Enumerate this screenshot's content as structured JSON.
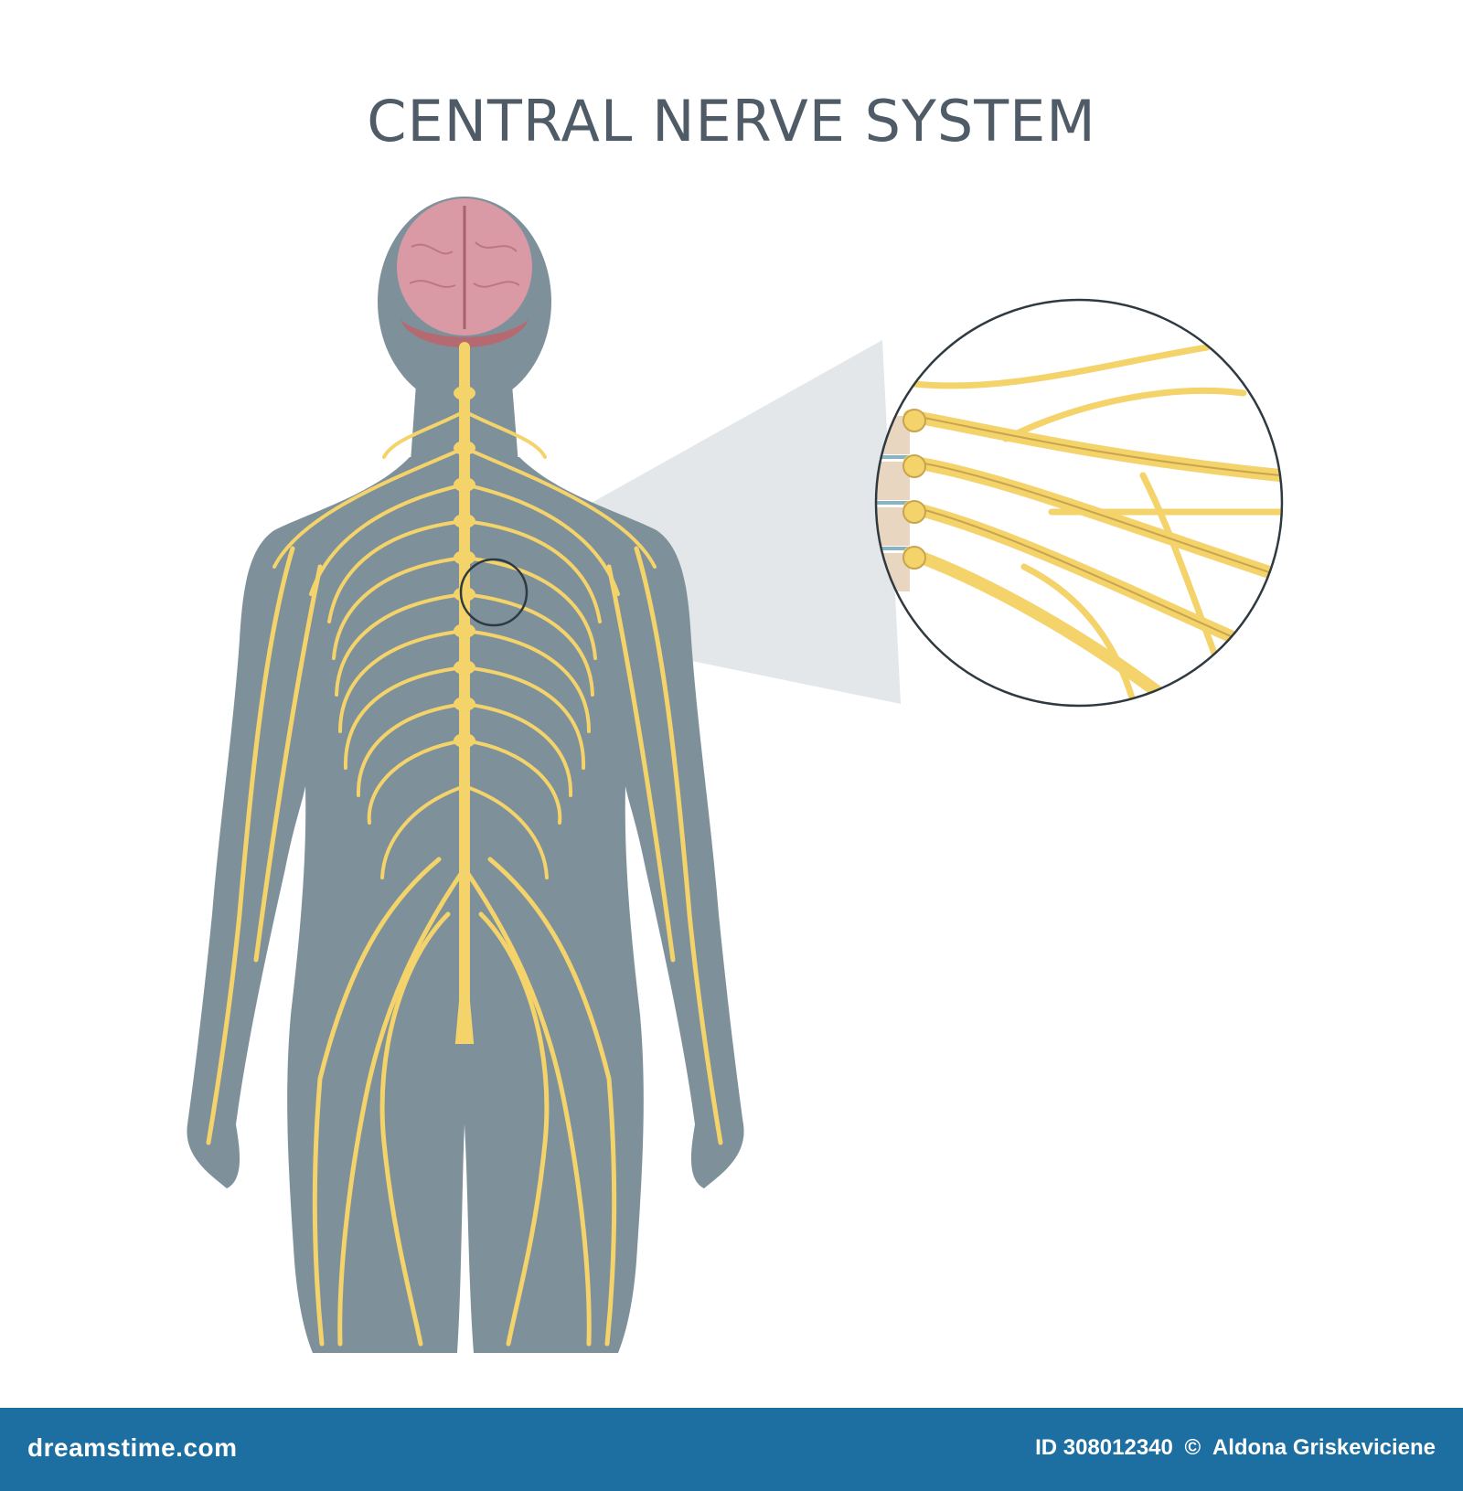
{
  "title": "CENTRAL NERVE SYSTEM",
  "footer": {
    "brand": "dreamstime.com",
    "image_id": "ID 308012340",
    "copyright_symbol": "©",
    "author": "Aldona Griskeviciene"
  },
  "colors": {
    "silhouette": "#7e919b",
    "nerve": "#f4d36a",
    "brain": "#d99aa6",
    "cerebellum": "#b56a72",
    "zoom_cone": "#dfe3e6",
    "footer": "#1d6fa1",
    "title": "#4f5b66"
  },
  "icons": [
    "brain-icon",
    "magnify-circle-icon",
    "copyright-icon"
  ]
}
